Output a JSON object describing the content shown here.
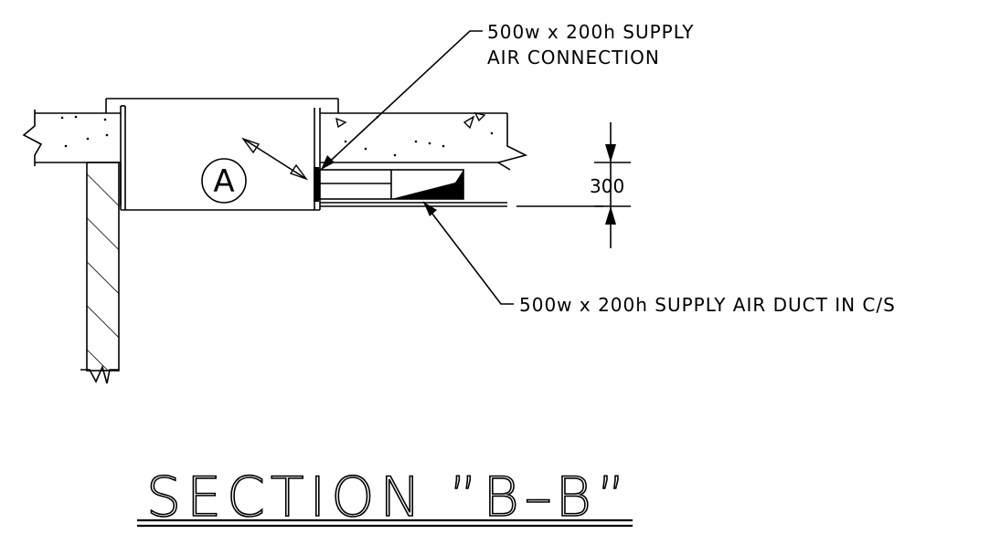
{
  "annotations": {
    "connection_label_line1": "500w x 200h SUPPLY",
    "connection_label_line2": "AIR CONNECTION",
    "duct_label": "500w x 200h SUPPLY AIR DUCT IN C/S",
    "dimension_300": "300",
    "section_tag": "A"
  },
  "title": "SECTION ”B–B”"
}
